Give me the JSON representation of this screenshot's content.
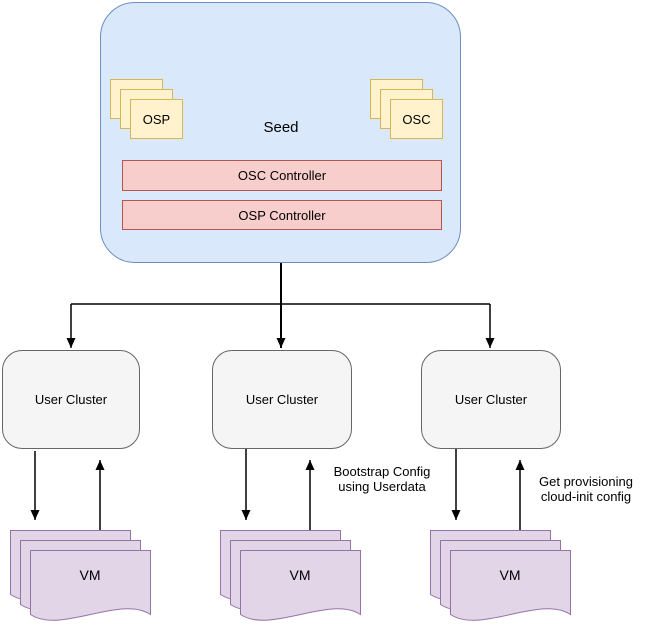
{
  "seed": {
    "label": "Seed",
    "osp": {
      "label": "OSP"
    },
    "osc": {
      "label": "OSC"
    },
    "controllers": [
      {
        "label": "OSC Controller"
      },
      {
        "label": "OSP Controller"
      }
    ]
  },
  "clusters": [
    {
      "label": "User Cluster"
    },
    {
      "label": "User Cluster"
    },
    {
      "label": "User Cluster"
    }
  ],
  "vms": [
    {
      "label": "VM"
    },
    {
      "label": "VM"
    },
    {
      "label": "VM"
    }
  ],
  "annotations": {
    "bootstrap": {
      "line1": "Bootstrap Config",
      "line2": "using Userdata"
    },
    "provisioning": {
      "line1": "Get provisioning",
      "line2": "cloud-init config"
    }
  },
  "colors": {
    "seed_fill": "#dae8fc",
    "seed_stroke": "#6c8ebf",
    "module_fill": "#fff2cc",
    "module_stroke": "#d6b656",
    "controller_fill": "#f8cecc",
    "controller_stroke": "#b85450",
    "cluster_fill": "#f5f5f5",
    "cluster_stroke": "#666666",
    "vm_fill": "#e1d5e7",
    "vm_stroke": "#9673a6",
    "connector": "#000000",
    "canvas_bg": "#ffffff"
  }
}
